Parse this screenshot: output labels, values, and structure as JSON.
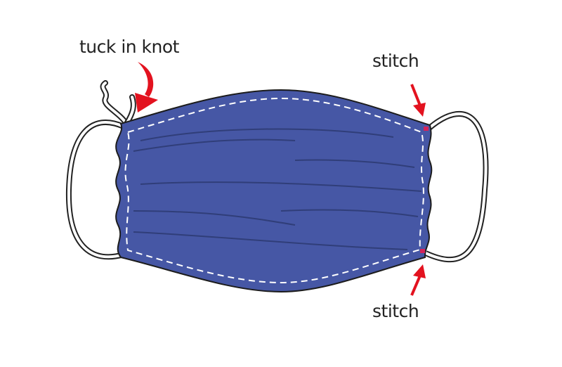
{
  "labels": {
    "knot": "tuck in knot",
    "stitch_top": "stitch",
    "stitch_bottom": "stitch"
  },
  "colors": {
    "mask": "#4657a5",
    "arrow": "#e3121f",
    "stitch_mark": "#d4245a"
  }
}
